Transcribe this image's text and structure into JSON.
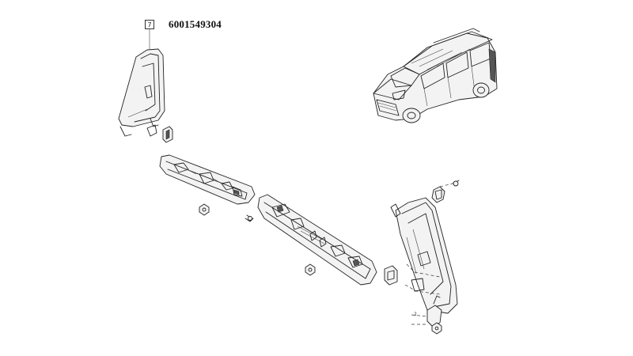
{
  "diagram": {
    "reference_number": "7",
    "part_number": "6001549304",
    "small_label": "2"
  }
}
